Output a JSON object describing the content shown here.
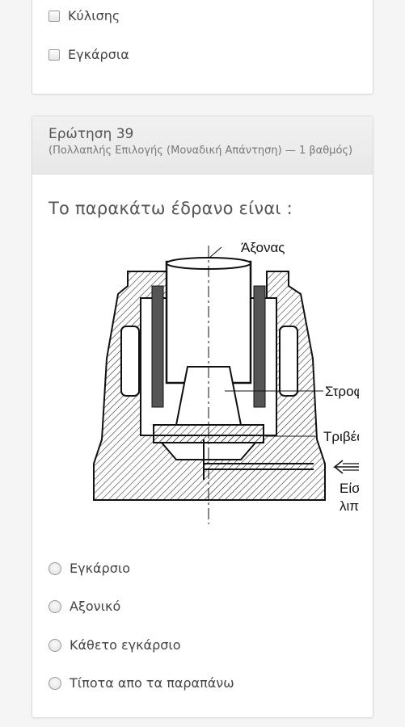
{
  "previous_question": {
    "options": [
      {
        "label": "Κύλισης"
      },
      {
        "label": "Εγκάρσια"
      }
    ]
  },
  "question": {
    "number_label": "Ερώτηση 39",
    "meta": "(Πολλαπλής Επιλογής (Μοναδική Απάντηση) — 1 βαθμός)",
    "text": "Το παρακάτω έδρανο είναι :",
    "figure_labels": {
      "axis": "Άξονας",
      "journal": "Στροφέας",
      "bearing": "Τριβέας",
      "inlet_line1": "Είσοδο",
      "inlet_line2": "λιπαντι"
    },
    "options": [
      {
        "label": "Εγκάρσιο"
      },
      {
        "label": "Αξονικό"
      },
      {
        "label": "Κάθετο εγκάρσιο"
      },
      {
        "label": "Τίποτα απο τα παραπάνω"
      }
    ]
  }
}
